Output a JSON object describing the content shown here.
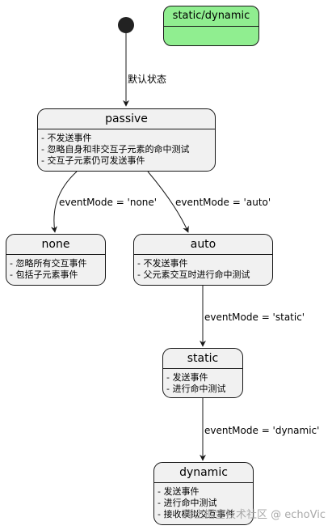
{
  "legend": {
    "label": "static/dynamic",
    "color": "#90ee90"
  },
  "initial_state": {
    "color": "#222222"
  },
  "states": {
    "passive": {
      "name": "passive",
      "lines": [
        "- 不发送事件",
        "- 忽略自身和非交互子元素的命中测试",
        "- 交互子元素仍可发送事件"
      ]
    },
    "none": {
      "name": "none",
      "lines": [
        "- 忽略所有交互事件",
        "- 包括子元素事件"
      ]
    },
    "auto": {
      "name": "auto",
      "lines": [
        "- 不发送事件",
        "- 父元素交互时进行命中测试"
      ]
    },
    "static": {
      "name": "static",
      "lines": [
        "- 发送事件",
        "- 进行命中测试"
      ]
    },
    "dynamic": {
      "name": "dynamic",
      "lines": [
        "- 发送事件",
        "- 进行命中测试",
        "- 接收模拟交互事件"
      ]
    }
  },
  "transitions": {
    "initial_to_passive": "默认状态",
    "passive_to_none": "eventMode = 'none'",
    "passive_to_auto": "eventMode = 'auto'",
    "auto_to_static": "eventMode = 'static'",
    "static_to_dynamic": "eventMode = 'dynamic'"
  },
  "watermark": "稀土掘金技术社区 @ echoVic"
}
